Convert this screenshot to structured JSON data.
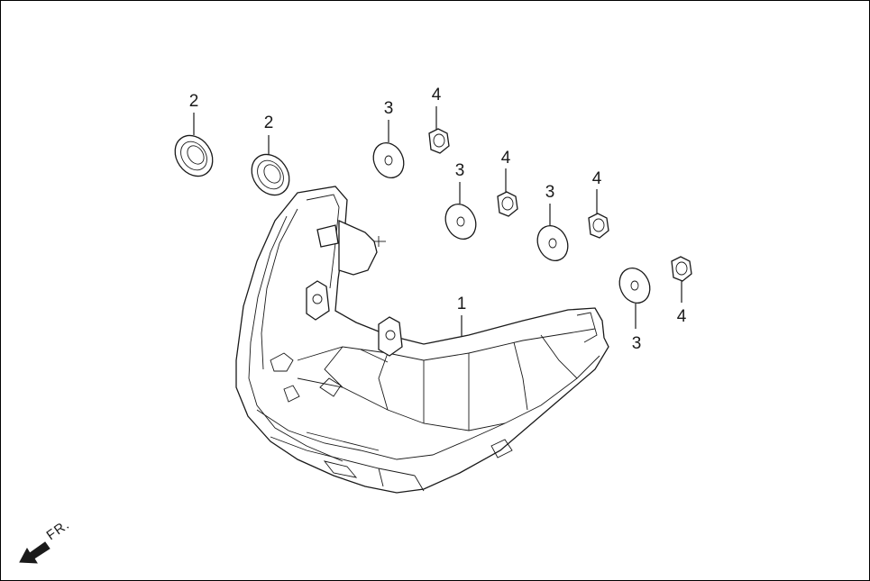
{
  "direction_label": "FR.",
  "parts": [
    {
      "label": "1",
      "name": "headlight-assembly"
    },
    {
      "label": "2",
      "name": "grommet"
    },
    {
      "label": "2",
      "name": "grommet"
    },
    {
      "label": "3",
      "name": "washer"
    },
    {
      "label": "3",
      "name": "washer"
    },
    {
      "label": "3",
      "name": "washer"
    },
    {
      "label": "3",
      "name": "washer"
    },
    {
      "label": "4",
      "name": "nut"
    },
    {
      "label": "4",
      "name": "nut"
    },
    {
      "label": "4",
      "name": "nut"
    },
    {
      "label": "4",
      "name": "nut"
    }
  ]
}
